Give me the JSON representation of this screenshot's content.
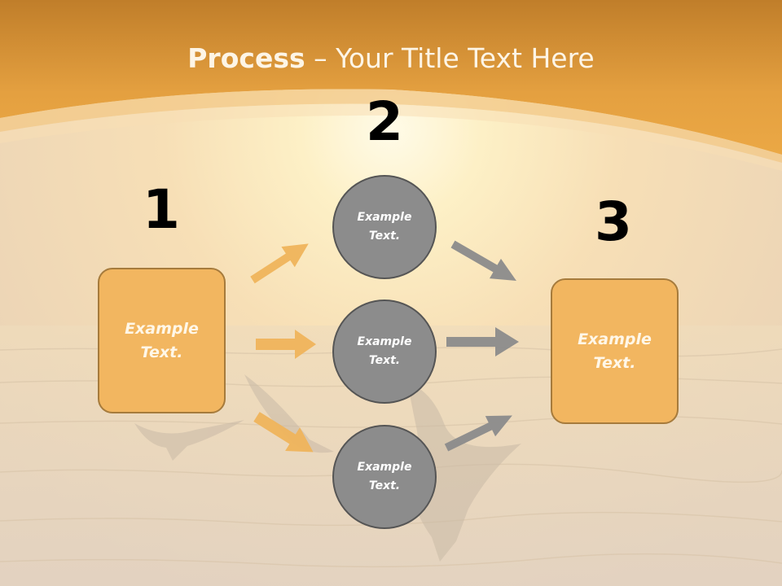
{
  "title": {
    "bold": "Process",
    "dash": " – ",
    "rest": "Your Title Text Here"
  },
  "steps": [
    {
      "number": "1",
      "label": "Example\nText."
    },
    {
      "number": "2"
    },
    {
      "number": "3",
      "label": "Example\nText."
    }
  ],
  "circles": [
    {
      "label": "Example\nText."
    },
    {
      "label": "Example\nText."
    },
    {
      "label": "Example\nText."
    }
  ],
  "colors": {
    "banner": "#e8a23c",
    "orange_box": "#f2b660",
    "gray_circle": "#8c8c8c",
    "orange_arrow": "#f2b660",
    "gray_arrow": "#8c8c8c"
  }
}
